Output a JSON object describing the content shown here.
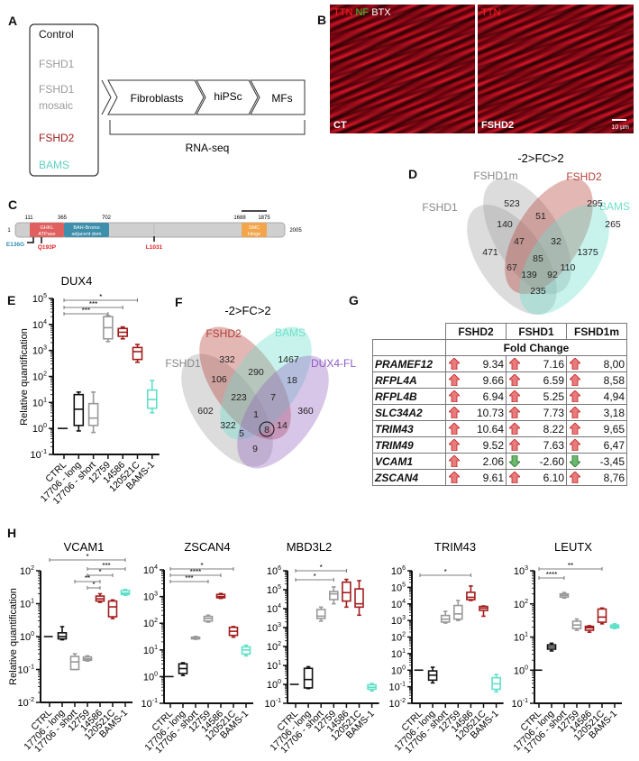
{
  "panel_labels": {
    "a": "A",
    "b": "B",
    "c": "C",
    "d": "D",
    "e": "E",
    "f": "F",
    "g": "G",
    "h": "H"
  },
  "panel_a": {
    "groups": [
      {
        "label": "Control",
        "color": "#111111"
      },
      {
        "label": "FSHD1",
        "color": "#9a9a9a"
      },
      {
        "label": "FSHD1",
        "color": "#9a9a9a"
      },
      {
        "label": "mosaic",
        "color": "#9a9a9a"
      },
      {
        "label": "FSHD2",
        "color": "#a31d1d"
      },
      {
        "label": "BAMS",
        "color": "#5fd3c0"
      }
    ],
    "steps": [
      "Fibroblasts",
      "hiPSc",
      "MFs"
    ],
    "bracket_label": "RNA-seq"
  },
  "panel_b": {
    "left": {
      "stains": [
        "TTN",
        "NF",
        "BTX"
      ],
      "stain_colors": [
        "#ff2020",
        "#30d030",
        "#ffffff"
      ],
      "condition": "CT"
    },
    "right": {
      "stains": [
        "TTN"
      ],
      "stain_colors": [
        "#ff2020"
      ],
      "condition": "FSHD2",
      "scale": "10 µm"
    }
  },
  "panel_c": {
    "length_start": "1",
    "length_end": "2005",
    "positions": [
      "111",
      "365",
      "702",
      "1688",
      "1875"
    ],
    "domains": [
      {
        "line1": "GHKL",
        "line2": "ATPase",
        "color": "#e06060"
      },
      {
        "line1": "BAH-Bromo",
        "line2": "adjacent dom",
        "color": "#3d8fab"
      },
      {
        "line1": "SMC",
        "line2": "Hinge",
        "color": "#f2a54a"
      }
    ],
    "mutations": [
      {
        "label": "E136G",
        "color": "#2f8fb0"
      },
      {
        "label": "Q193P",
        "color": "#e02020"
      },
      {
        "label": "L1031",
        "color": "#e02020"
      }
    ]
  },
  "venn_d": {
    "title": "-2>FC>2",
    "sets": [
      {
        "label": "FSHD1",
        "color": "#9a9a9a"
      },
      {
        "label": "FSHD1m",
        "color": "#9a9a9a"
      },
      {
        "label": "FSHD2",
        "color": "#b5413a"
      },
      {
        "label": "BAMS",
        "color": "#6fe0cc"
      }
    ],
    "regions": [
      "523",
      "295",
      "140",
      "51",
      "265",
      "47",
      "32",
      "471",
      "1375",
      "85",
      "67",
      "139",
      "92",
      "110",
      "235"
    ]
  },
  "venn_f": {
    "title": "-2>FC>2",
    "sets": [
      {
        "label": "FSHD1",
        "color": "#9a9a9a"
      },
      {
        "label": "FSHD2",
        "color": "#b5413a"
      },
      {
        "label": "BAMS",
        "color": "#6fe0cc"
      },
      {
        "label": "DUX4-FL",
        "color": "#8e5bc0"
      }
    ],
    "regions": [
      "332",
      "1467",
      "106",
      "290",
      "18",
      "223",
      "7",
      "602",
      "1",
      "360",
      "322",
      "5",
      "8",
      "14",
      "9"
    ],
    "highlighted_region": "8"
  },
  "table_g": {
    "columns": [
      "FSHD2",
      "FSHD1",
      "FSHD1m"
    ],
    "subheader": "Fold Change",
    "rows": [
      {
        "gene": "PRAMEF12",
        "values": [
          {
            "v": "9.34",
            "dir": "up"
          },
          {
            "v": "7.16",
            "dir": "up"
          },
          {
            "v": "8,00",
            "dir": "up"
          }
        ]
      },
      {
        "gene": "RFPL4A",
        "values": [
          {
            "v": "9.66",
            "dir": "up"
          },
          {
            "v": "6.59",
            "dir": "up"
          },
          {
            "v": "8,58",
            "dir": "up"
          }
        ]
      },
      {
        "gene": "RFPL4B",
        "values": [
          {
            "v": "6.94",
            "dir": "up"
          },
          {
            "v": "5.25",
            "dir": "up"
          },
          {
            "v": "4,94",
            "dir": "up"
          }
        ]
      },
      {
        "gene": "SLC34A2",
        "values": [
          {
            "v": "10.73",
            "dir": "up"
          },
          {
            "v": "7.73",
            "dir": "up"
          },
          {
            "v": "3,18",
            "dir": "up"
          }
        ]
      },
      {
        "gene": "TRIM43",
        "values": [
          {
            "v": "10.64",
            "dir": "up"
          },
          {
            "v": "8.22",
            "dir": "up"
          },
          {
            "v": "9,65",
            "dir": "up"
          }
        ]
      },
      {
        "gene": "TRIM49",
        "values": [
          {
            "v": "9.52",
            "dir": "up"
          },
          {
            "v": "7.63",
            "dir": "up"
          },
          {
            "v": "6,47",
            "dir": "up"
          }
        ]
      },
      {
        "gene": "VCAM1",
        "values": [
          {
            "v": "2.06",
            "dir": "up"
          },
          {
            "v": "-2.60",
            "dir": "down"
          },
          {
            "v": "-3,45",
            "dir": "down"
          }
        ]
      },
      {
        "gene": "ZSCAN4",
        "values": [
          {
            "v": "9.61",
            "dir": "up"
          },
          {
            "v": "6.10",
            "dir": "up"
          },
          {
            "v": "8,76",
            "dir": "up"
          }
        ]
      }
    ],
    "colors": {
      "up": "#e05050",
      "down": "#3aa040"
    }
  },
  "chart_data": [
    {
      "type": "box",
      "panel": "E",
      "title": "DUX4",
      "ylabel": "Relative quantification",
      "yscale": "log",
      "ylim": [
        0.1,
        100000
      ],
      "categories": [
        "CTRL",
        "17706 - long",
        "17706 - short",
        "12759",
        "14586",
        "120521C",
        "BAMS-1"
      ],
      "colors": [
        "#111111",
        "#111111",
        "#999999",
        "#999999",
        "#a31d1d",
        "#a31d1d",
        "#5fe0c8"
      ],
      "boxes": [
        [
          1,
          1,
          1,
          1,
          1
        ],
        [
          0.8,
          1.3,
          5.5,
          20,
          25
        ],
        [
          0.7,
          1.3,
          2.5,
          9,
          25
        ],
        [
          2200,
          2800,
          7500,
          20000,
          22000
        ],
        [
          2800,
          3500,
          5000,
          7000,
          8000
        ],
        [
          350,
          450,
          900,
          1300,
          1700
        ],
        [
          4,
          6,
          13,
          30,
          70
        ]
      ],
      "significance": [
        {
          "from": 0,
          "to": 5,
          "label": "*"
        },
        {
          "from": 0,
          "to": 4,
          "label": "***"
        },
        {
          "from": 0,
          "to": 3,
          "label": "***"
        }
      ]
    },
    {
      "type": "box",
      "panel": "H",
      "title": "VCAM1",
      "ylabel": "Relative quantification",
      "yscale": "log",
      "ylim": [
        0.01,
        100
      ],
      "categories": [
        "CTRL",
        "17706 - long",
        "17706 - short",
        "12759",
        "14586",
        "120521C",
        "BAMS-1"
      ],
      "colors": [
        "#111111",
        "#111111",
        "#999999",
        "#999999",
        "#a31d1d",
        "#a31d1d",
        "#5fe0c8"
      ],
      "boxes": [
        [
          1,
          1,
          1,
          1,
          1
        ],
        [
          0.8,
          0.85,
          1.0,
          1.3,
          2.0
        ],
        [
          0.1,
          0.1,
          0.17,
          0.25,
          0.3
        ],
        [
          0.18,
          0.19,
          0.21,
          0.24,
          0.26
        ],
        [
          11,
          12,
          14,
          17,
          20
        ],
        [
          3.5,
          4,
          8,
          12,
          13
        ],
        [
          18,
          19,
          21,
          25,
          27
        ]
      ],
      "significance": [
        {
          "from": 0,
          "to": 6,
          "label": "*"
        },
        {
          "from": 3,
          "to": 6,
          "label": "***"
        },
        {
          "from": 3,
          "to": 5,
          "label": "*"
        },
        {
          "from": 2,
          "to": 4,
          "label": "**"
        },
        {
          "from": 3,
          "to": 4,
          "label": "*"
        }
      ]
    },
    {
      "type": "box",
      "panel": "H",
      "title": "ZSCAN4",
      "ylabel": "",
      "yscale": "log",
      "ylim": [
        0.1,
        10000
      ],
      "categories": [
        "CTRL",
        "17706 - long",
        "17706 - short",
        "12759",
        "14586",
        "120521C",
        "BAMS-1"
      ],
      "colors": [
        "#111111",
        "#111111",
        "#999999",
        "#999999",
        "#a31d1d",
        "#a31d1d",
        "#5fe0c8"
      ],
      "boxes": [
        [
          1,
          1,
          1,
          1,
          1
        ],
        [
          1.1,
          1.3,
          2,
          3,
          3.3
        ],
        [
          25,
          26,
          28,
          30,
          32
        ],
        [
          110,
          120,
          150,
          180,
          200
        ],
        [
          850,
          900,
          1000,
          1200,
          1300
        ],
        [
          30,
          35,
          50,
          70,
          75
        ],
        [
          6,
          7,
          10,
          13,
          15
        ]
      ],
      "significance": [
        {
          "from": 0,
          "to": 5,
          "label": "*"
        },
        {
          "from": 0,
          "to": 4,
          "label": "****"
        },
        {
          "from": 0,
          "to": 3,
          "label": "***"
        }
      ]
    },
    {
      "type": "box",
      "panel": "H",
      "title": "MBD3L2",
      "ylabel": "",
      "yscale": "log",
      "ylim": [
        0.1,
        1000000
      ],
      "categories": [
        "CTRL",
        "17706 - long",
        "17706 - short",
        "12759",
        "14586",
        "120521C",
        "BAMS-1"
      ],
      "colors": [
        "#111111",
        "#111111",
        "#999999",
        "#999999",
        "#a31d1d",
        "#a31d1d",
        "#5fe0c8"
      ],
      "boxes": [
        [
          1,
          1,
          1,
          1,
          1
        ],
        [
          0.6,
          0.65,
          1.8,
          7,
          8.5
        ],
        [
          2200,
          3000,
          4000,
          9000,
          12000
        ],
        [
          18000,
          30000,
          60000,
          80000,
          140000
        ],
        [
          12000,
          25000,
          70000,
          250000,
          350000
        ],
        [
          4500,
          12000,
          18000,
          110000,
          300000
        ],
        [
          0.45,
          0.55,
          0.7,
          0.95,
          1.1
        ]
      ],
      "significance": [
        {
          "from": 0,
          "to": 4,
          "label": "*"
        },
        {
          "from": 0,
          "to": 3,
          "label": "*"
        }
      ]
    },
    {
      "type": "box",
      "panel": "H",
      "title": "TRIM43",
      "ylabel": "",
      "yscale": "log",
      "ylim": [
        0.01,
        1000000
      ],
      "categories": [
        "CTRL",
        "17706 - long",
        "17706 - short",
        "12759",
        "14586",
        "120521C",
        "BAMS-1"
      ],
      "colors": [
        "#111111",
        "#111111",
        "#999999",
        "#999999",
        "#a31d1d",
        "#a31d1d",
        "#5fe0c8"
      ],
      "boxes": [
        [
          1,
          1,
          1,
          1,
          1
        ],
        [
          0.17,
          0.25,
          0.5,
          0.9,
          1.5
        ],
        [
          700,
          800,
          1200,
          2000,
          3500
        ],
        [
          1000,
          1200,
          2500,
          8000,
          16000
        ],
        [
          16000,
          18000,
          25000,
          50000,
          120000
        ],
        [
          1800,
          4000,
          5500,
          7000,
          7500
        ],
        [
          0.05,
          0.07,
          0.15,
          0.35,
          0.55
        ]
      ],
      "significance": [
        {
          "from": 0,
          "to": 4,
          "label": "*"
        }
      ]
    },
    {
      "type": "box",
      "panel": "H",
      "title": "LEUTX",
      "ylabel": "",
      "yscale": "log",
      "ylim": [
        0.1,
        1000
      ],
      "categories": [
        "CTRL",
        "17706 - long",
        "17706 - short",
        "12759",
        "14586",
        "120521C",
        "BAMS-1"
      ],
      "colors": [
        "#111111",
        "#111111",
        "#999999",
        "#999999",
        "#a31d1d",
        "#a31d1d",
        "#5fe0c8"
      ],
      "boxes": [
        [
          1,
          1,
          1,
          1,
          1
        ],
        [
          3.8,
          4.3,
          5,
          5.8,
          6.5
        ],
        [
          150,
          160,
          180,
          200,
          220
        ],
        [
          16,
          18,
          23,
          30,
          35
        ],
        [
          14,
          16,
          19,
          21,
          22
        ],
        [
          25,
          28,
          40,
          70,
          75
        ],
        [
          18,
          19,
          21,
          23,
          25
        ]
      ],
      "significance": [
        {
          "from": 0,
          "to": 5,
          "label": "**"
        },
        {
          "from": 0,
          "to": 2,
          "label": "****"
        }
      ]
    }
  ]
}
